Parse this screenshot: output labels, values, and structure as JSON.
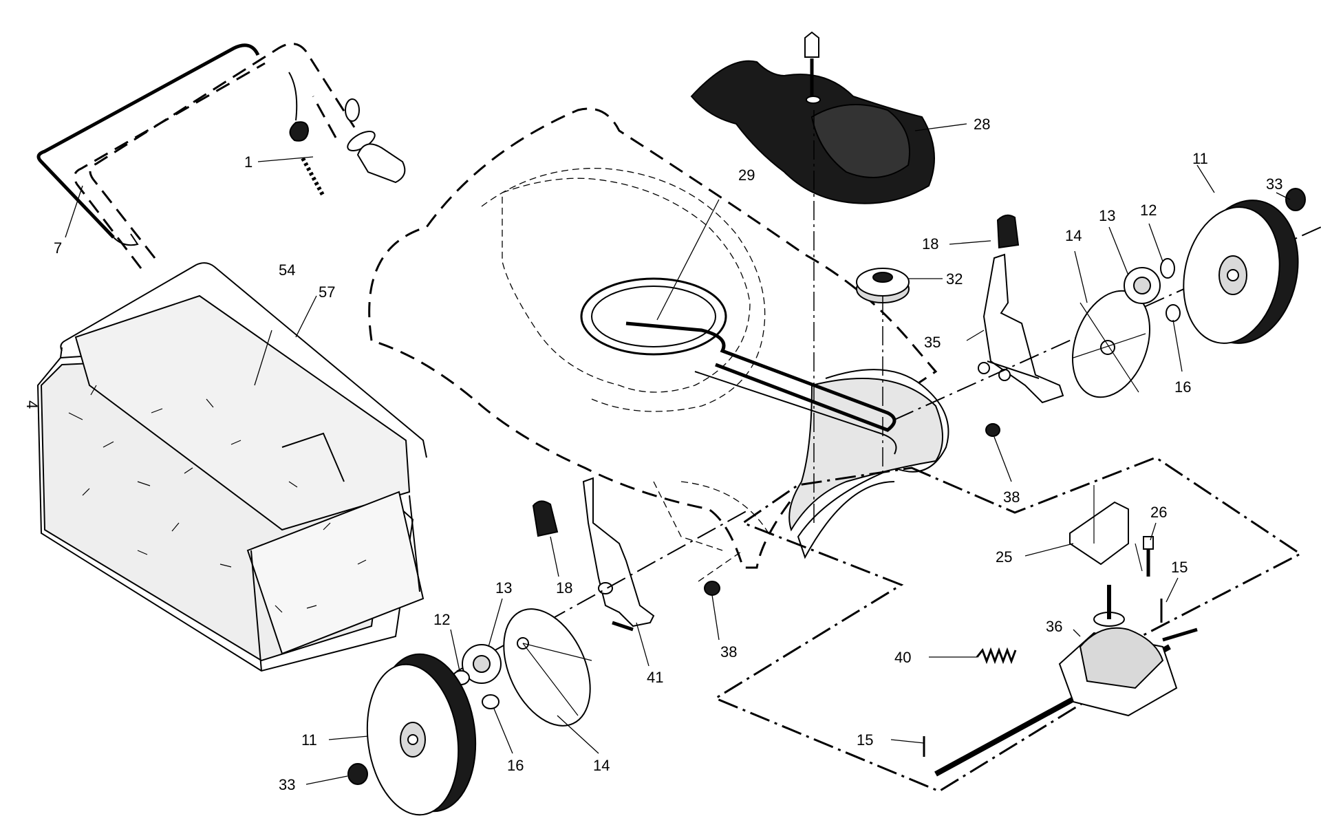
{
  "diagram": {
    "callouts": [
      {
        "id": "c1",
        "text": "1"
      },
      {
        "id": "c7",
        "text": "7"
      },
      {
        "id": "c4",
        "text": "4"
      },
      {
        "id": "c54",
        "text": "54"
      },
      {
        "id": "c57",
        "text": "57"
      },
      {
        "id": "c29",
        "text": "29"
      },
      {
        "id": "c28",
        "text": "28"
      },
      {
        "id": "c11a",
        "text": "11"
      },
      {
        "id": "c33a",
        "text": "33"
      },
      {
        "id": "c18a",
        "text": "18"
      },
      {
        "id": "c14a",
        "text": "14"
      },
      {
        "id": "c13a",
        "text": "13"
      },
      {
        "id": "c12a",
        "text": "12"
      },
      {
        "id": "c32",
        "text": "32"
      },
      {
        "id": "c35",
        "text": "35"
      },
      {
        "id": "c16a",
        "text": "16"
      },
      {
        "id": "c38a",
        "text": "38"
      },
      {
        "id": "c26",
        "text": "26"
      },
      {
        "id": "c25",
        "text": "25"
      },
      {
        "id": "c15a",
        "text": "15"
      },
      {
        "id": "c36",
        "text": "36"
      },
      {
        "id": "c40",
        "text": "40"
      },
      {
        "id": "c15b",
        "text": "15"
      },
      {
        "id": "c18b",
        "text": "18"
      },
      {
        "id": "c13b",
        "text": "13"
      },
      {
        "id": "c12b",
        "text": "12"
      },
      {
        "id": "c41",
        "text": "41"
      },
      {
        "id": "c38b",
        "text": "38"
      },
      {
        "id": "c11b",
        "text": "11"
      },
      {
        "id": "c16b",
        "text": "16"
      },
      {
        "id": "c14b",
        "text": "14"
      },
      {
        "id": "c33b",
        "text": "33"
      }
    ]
  }
}
